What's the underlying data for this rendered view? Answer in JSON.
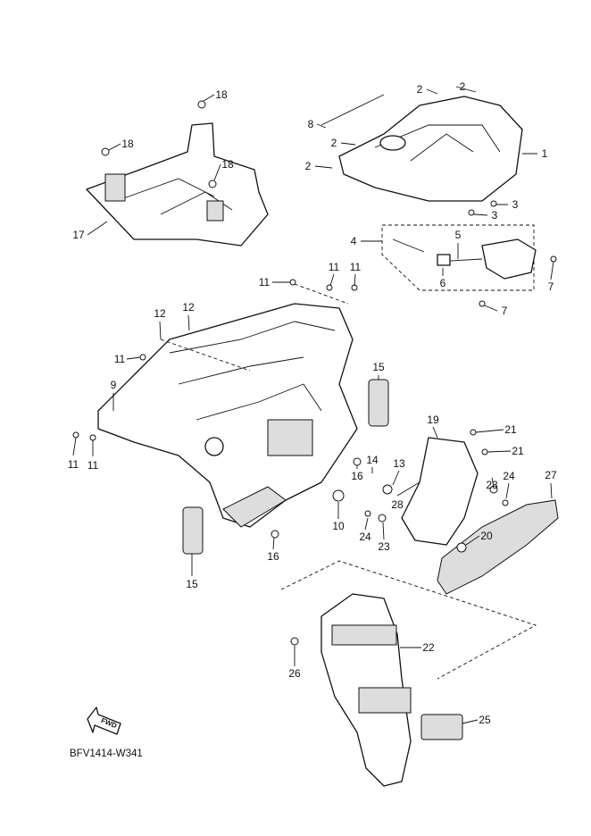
{
  "diagram_code": "BFV1414-W341",
  "fwd_label": "FWD",
  "callouts": [
    "18",
    "18",
    "18",
    "17",
    "2",
    "2",
    "8",
    "2",
    "2",
    "1",
    "3",
    "3",
    "4",
    "5",
    "6",
    "7",
    "7",
    "11",
    "11",
    "11",
    "12",
    "12",
    "11",
    "9",
    "11",
    "11",
    "15",
    "19",
    "21",
    "21",
    "16",
    "14",
    "13",
    "27",
    "24",
    "23",
    "28",
    "10",
    "24",
    "23",
    "20",
    "16",
    "15",
    "22",
    "26",
    "25"
  ]
}
